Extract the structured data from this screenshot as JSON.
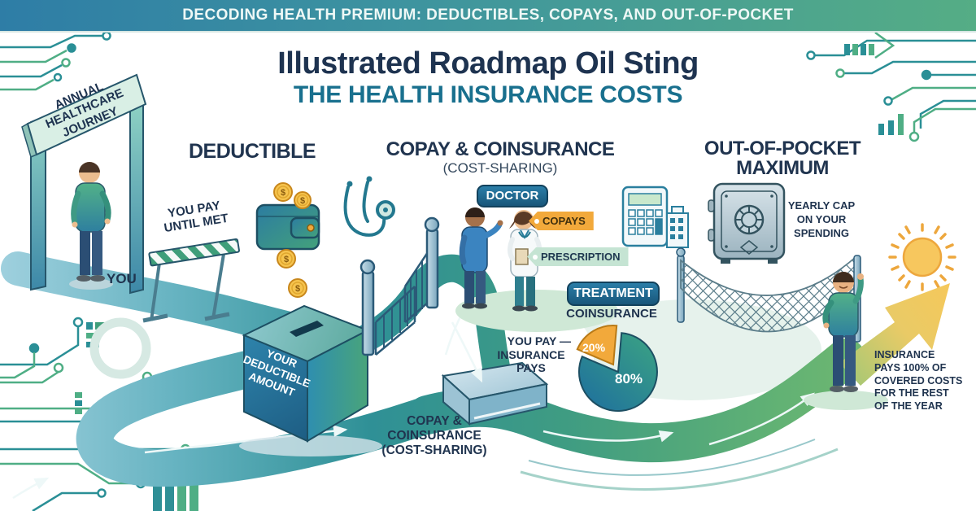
{
  "banner": {
    "text": "DECODING HEALTH PREMIUM: DEDUCTIBLES, COPAYS, AND OUT-OF-POCKET"
  },
  "title": {
    "line1": "Illustrated Roadmap Oil Sting",
    "line2": "THE HEALTH INSURANCE COSTS"
  },
  "entry": {
    "arch_sign": "ANNUAL\nHEALTHCARE\nJOURNEY",
    "you_label": "YOU",
    "barrier_label": "YOU PAY\nUNTIL MET"
  },
  "deductible": {
    "heading": "DEDUCTIBLE",
    "box_label": "YOUR\nDEDUCTIBLE\nAMOUNT"
  },
  "cost_sharing": {
    "heading": "COPAY & COINSURANCE",
    "subheading": "(COST-SHARING)",
    "doctor_badge": "DOCTOR",
    "copays_tag": "COPAYS",
    "prescription_tag": "PRESCRIPTION",
    "treatment_badge": "TREATMENT",
    "coinsurance_label": "COINSURANCE",
    "you_pay_label": "YOU PAY —",
    "insurance_pays_label": "INSURANCE\nPAYS",
    "road_label": "COPAY &\nCOINSURANCE\n(COST-SHARING)"
  },
  "out_of_pocket": {
    "heading": "OUT-OF-POCKET\nMAXIMUM",
    "yearly_cap": "YEARLY CAP\nON YOUR\nSPENDING",
    "outcome": "INSURANCE\nPAYS 100% OF\nCOVERED COSTS\nFOR THE REST\nOF THE YEAR"
  },
  "icons": {
    "coin_symbol": "$"
  },
  "chart_data": {
    "type": "pie",
    "title": "COINSURANCE",
    "slices": [
      {
        "label": "YOU PAY",
        "value": 20,
        "display": "20%",
        "color": "#f2a93b"
      },
      {
        "label": "INSURANCE PAYS",
        "value": 80,
        "display": "80%",
        "color": "#2b8d9c"
      }
    ],
    "legend_position": "left"
  },
  "colors": {
    "banner_start": "#2e7da6",
    "banner_end": "#55ad85",
    "heading_navy": "#1e3350",
    "heading_teal": "#19708e",
    "badge_blue": "#1d6b91",
    "tag_orange": "#f2a93b",
    "tag_green": "#c5e4d3",
    "road_blue": "#8ec7d9",
    "road_teal": "#2f9096",
    "road_green": "#62b274",
    "arrow_yellow": "#f5c95f",
    "sun_yellow": "#f7c75e",
    "circuit_teal": "#2a8f96",
    "circuit_green": "#4fae85"
  }
}
